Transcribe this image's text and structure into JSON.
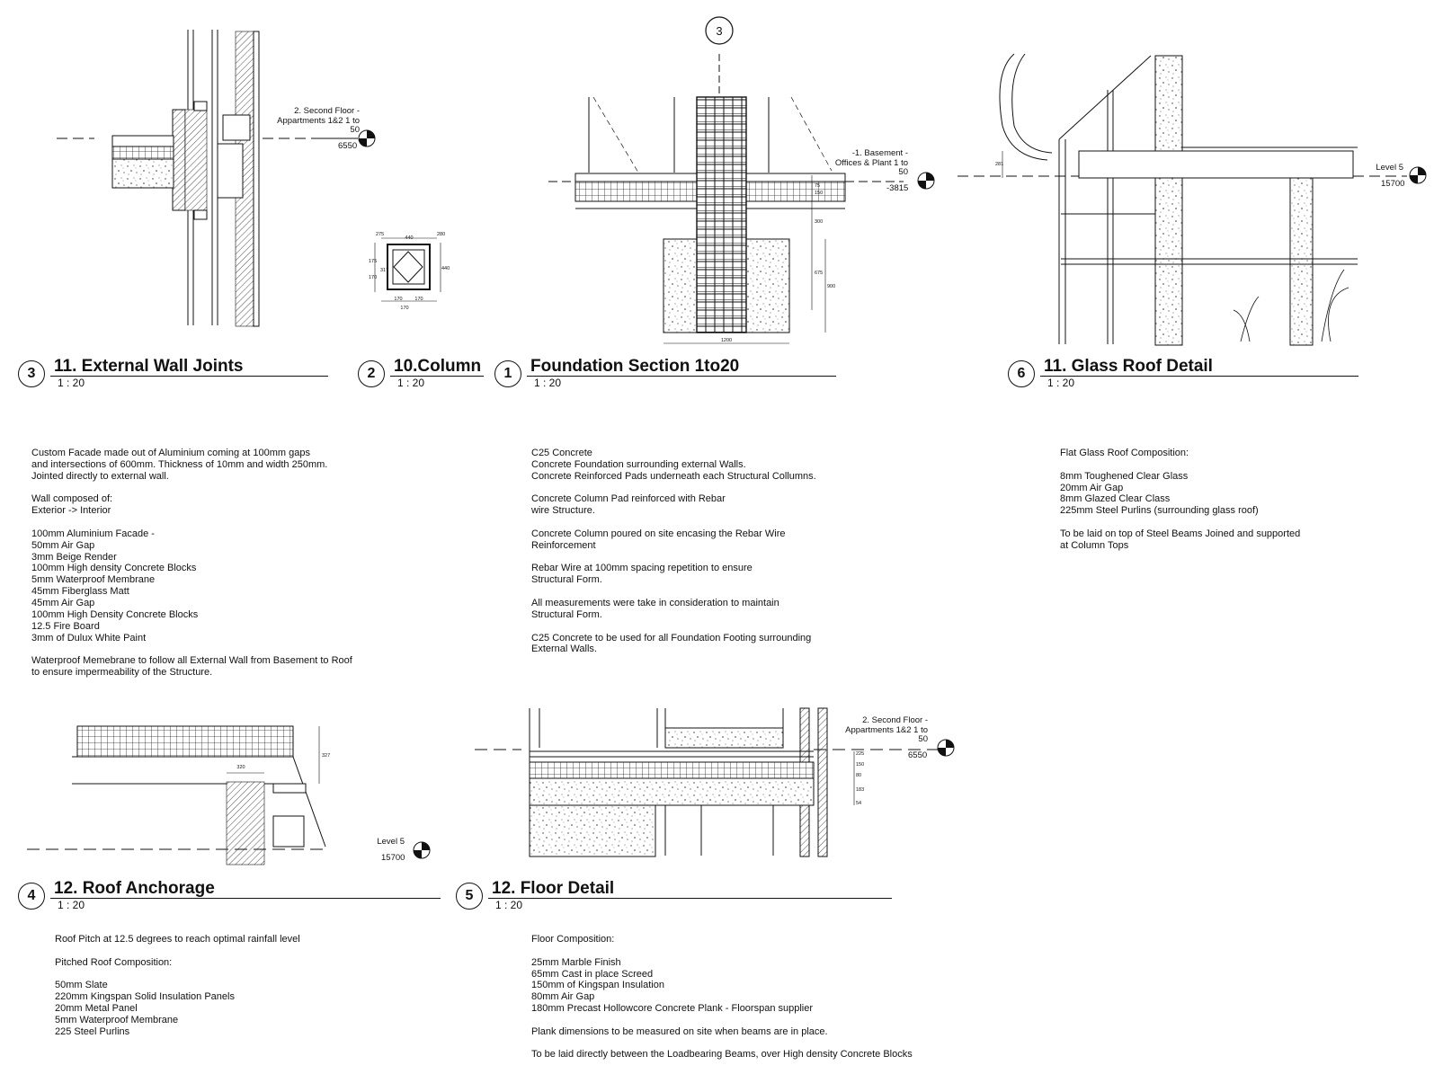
{
  "sheets": {
    "ext_wall": {
      "number": "3",
      "title": "11. External Wall Joints",
      "scale": "1 : 20"
    },
    "column": {
      "number": "2",
      "title": "10.Column",
      "scale": "1 : 20"
    },
    "foundation": {
      "number": "1",
      "title": "Foundation Section 1to20",
      "scale": "1 : 20"
    },
    "glass_roof": {
      "number": "6",
      "title": "11. Glass Roof Detail",
      "scale": "1 : 20"
    },
    "roof_anchor": {
      "number": "4",
      "title": "12. Roof Anchorage",
      "scale": "1 : 20"
    },
    "floor": {
      "number": "5",
      "title": "12. Floor Detail",
      "scale": "1 : 20"
    }
  },
  "grid_marker": "3",
  "levels": {
    "second_floor_a": {
      "label": "2. Second Floor -\nAppartments 1&2 1 to\n50",
      "elev": "6550"
    },
    "basement": {
      "label": "-1. Basement -\nOffices & Plant 1 to\n50",
      "elev": "-3815"
    },
    "level5_a": {
      "label": "Level 5",
      "elev": "15700"
    },
    "level5_b": {
      "label": "Level 5",
      "elev": "15700"
    },
    "second_floor_b": {
      "label": "2. Second Floor -\nAppartments 1&2 1 to\n50",
      "elev": "6550"
    }
  },
  "dims": {
    "col_440": "440",
    "col_275": "275",
    "col_280": "280",
    "col_170a": "170",
    "col_170b": "170",
    "col_175": "175",
    "col_317": "317",
    "col_440b": "440",
    "col_170c": "170",
    "col_170d": "170",
    "f_1200": "1200",
    "f_300": "300",
    "f_675": "675",
    "f_900": "900",
    "f_75": "75",
    "f_150": "150",
    "g_281": "281",
    "r_320": "320",
    "r_327": "327",
    "fl_225": "225",
    "fl_150": "150",
    "fl_80": "80",
    "fl_183": "183",
    "fl_54": "54"
  },
  "notes": {
    "ext_wall": "Custom Facade made out of Aluminium coming at 100mm gaps\nand intersections of 600mm. Thickness of 10mm and width 250mm.\nJointed directly to external wall.\n\nWall composed of:\nExterior -> Interior\n\n100mm Aluminium Facade -\n50mm Air Gap\n3mm Beige Render\n100mm High density Concrete Blocks\n5mm Waterproof Membrane\n45mm Fiberglass Matt\n45mm Air Gap\n100mm High Density Concrete Blocks\n12.5 Fire Board\n3mm of Dulux White Paint\n\nWaterproof Memebrane to follow all External Wall from Basement to Roof\nto ensure impermeability of the Structure.",
    "foundation": "C25 Concrete\nConcrete Foundation surrounding external Walls.\nConcrete Reinforced Pads underneath each Structural Collumns.\n\nConcrete Column Pad reinforced with Rebar\nwire Structure.\n\nConcrete Column poured on site encasing the Rebar Wire\nReinforcement\n\nRebar Wire at 100mm spacing repetition to ensure\nStructural Form.\n\nAll measurements were take in consideration to maintain\nStructural Form.\n\nC25 Concrete to be used for all Foundation Footing surrounding\nExternal Walls.",
    "glass_roof": "Flat Glass Roof Composition:\n\n8mm Toughened Clear Glass\n20mm Air Gap\n8mm Glazed Clear Class\n225mm Steel Purlins (surrounding glass roof)\n\nTo be laid on top of Steel Beams Joined and supported\nat Column Tops",
    "roof_anchor": "Roof Pitch at 12.5 degrees to reach optimal rainfall level\n\nPitched Roof Composition:\n\n50mm Slate\n220mm Kingspan Solid Insulation Panels\n20mm Metal Panel\n5mm Waterproof Membrane\n225 Steel Purlins",
    "floor": "Floor Composition:\n\n25mm Marble Finish\n65mm Cast in place Screed\n150mm of Kingspan Insulation\n80mm Air Gap\n180mm Precast Hollowcore Concrete Plank - Floorspan supplier\n\nPlank dimensions to be measured on site when beams are in place.\n\nTo be laid directly between the Loadbearing Beams, over High density Concrete Blocks"
  }
}
